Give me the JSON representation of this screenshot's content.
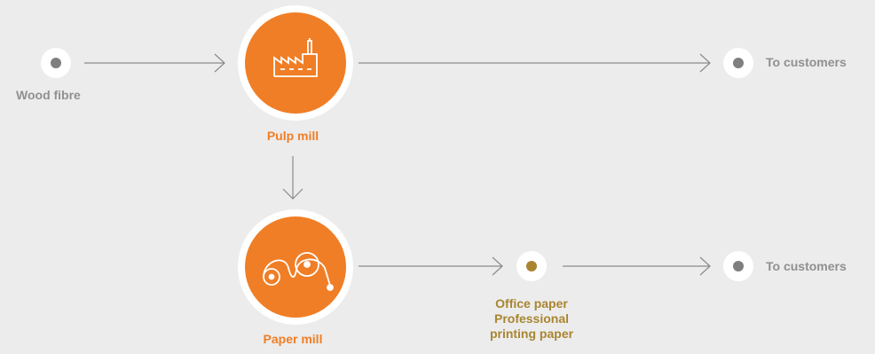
{
  "colors": {
    "background": "#ececec",
    "node_fill": "#ffffff",
    "grey_dot": "#7f7f7f",
    "gold_dot": "#a98530",
    "mill_orange": "#f07e26",
    "label_grey": "#909090",
    "label_orange": "#f07e26",
    "label_gold": "#a98530",
    "arrow_line": "#8a8a8a"
  },
  "nodes": {
    "wood_fibre": {
      "label": "Wood fibre",
      "dot_color": "grey"
    },
    "pulp_mill": {
      "label": "Pulp mill",
      "icon": "factory-icon"
    },
    "paper_mill": {
      "label": "Paper mill",
      "icon": "paper-rollers-icon"
    },
    "customers_top": {
      "label": "To customers",
      "dot_color": "grey"
    },
    "office_paper": {
      "lines": [
        "Office paper",
        "Professional",
        "printing paper"
      ],
      "dot_color": "gold"
    },
    "customers_bottom": {
      "label": "To customers",
      "dot_color": "grey"
    }
  },
  "edges": [
    {
      "from": "wood_fibre",
      "to": "pulp_mill"
    },
    {
      "from": "pulp_mill",
      "to": "customers_top"
    },
    {
      "from": "pulp_mill",
      "to": "paper_mill"
    },
    {
      "from": "paper_mill",
      "to": "office_paper"
    },
    {
      "from": "office_paper",
      "to": "customers_bottom"
    }
  ]
}
